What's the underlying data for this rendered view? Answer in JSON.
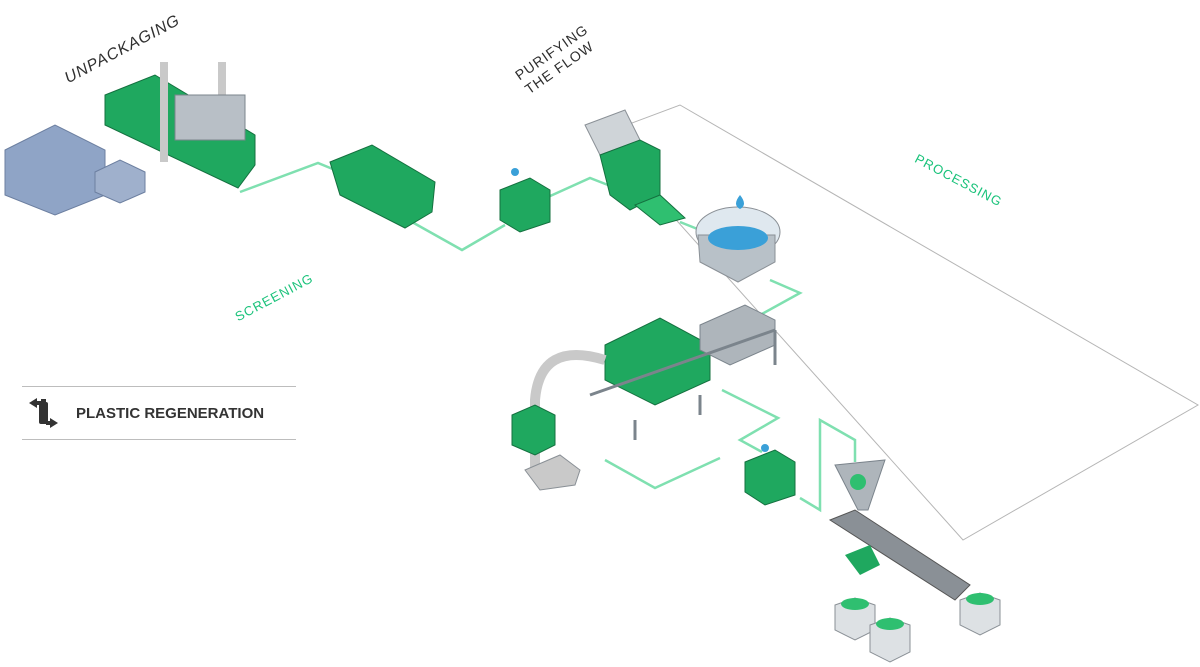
{
  "stages": {
    "unpackaging": "UNPACKAGING",
    "purifying": "PURIFYING\nTHE FLOW",
    "screening": "SCREENING",
    "processing": "PROCESSING"
  },
  "legend": {
    "label": "PLASTIC REGENERATION",
    "icon": "recycle-bottle-icon"
  },
  "colors": {
    "accent": "#19c27a",
    "machine": "#1fa85f",
    "outline": "#b0b0b0",
    "text": "#2f2f2f"
  }
}
